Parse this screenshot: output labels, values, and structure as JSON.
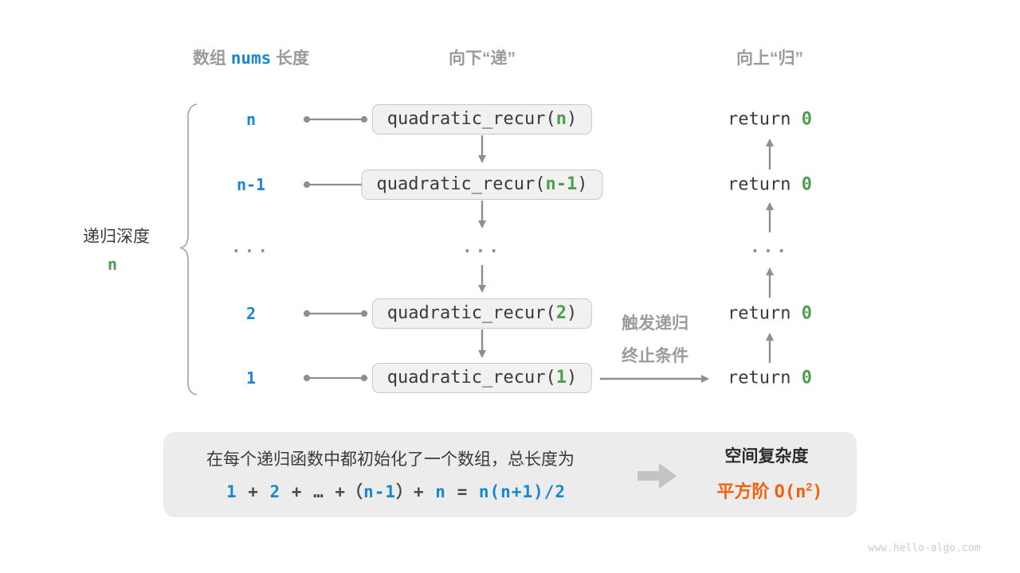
{
  "colors": {
    "accent_blue": "#1787d2",
    "accent_green": "#4f9e4f",
    "accent_orange": "#f4600e",
    "label_gray": "#9b9b9b",
    "arrow_gray": "#8f8f8f",
    "box_background": "#f1f1f1",
    "panel_background": "#ececec"
  },
  "headers": {
    "array_prefix": "数组 ",
    "array_code": "nums",
    "array_suffix": " 长度",
    "down": "向下“递”",
    "up": "向上“归”"
  },
  "depth": {
    "label": "递归深度",
    "value": "n"
  },
  "call": {
    "prefix": "quadratic_recur(",
    "suffix": ")"
  },
  "ret": {
    "keyword": "return ",
    "value": "0"
  },
  "rows": [
    {
      "length": "n",
      "arg": "n"
    },
    {
      "length": "n-1",
      "arg": "n-1"
    },
    {
      "length": "2",
      "arg": "2"
    },
    {
      "length": "1",
      "arg": "1"
    }
  ],
  "ellipsis": {
    "left": "...",
    "middle": "...",
    "right": "..."
  },
  "annotation": {
    "line1": "触发递归",
    "line2": "终止条件"
  },
  "panel": {
    "description": "在每个递归函数中都初始化了一个数组，总长度为",
    "formula": [
      {
        "text": "1"
      },
      {
        "text": " + "
      },
      {
        "text": "2"
      },
      {
        "text": " + … +（"
      },
      {
        "text": "n-1"
      },
      {
        "text": "）+ "
      },
      {
        "text": "n"
      },
      {
        "text": " = "
      },
      {
        "text": "n(n+1)/2"
      }
    ],
    "result_label": "空间复杂度",
    "result_prefix": "平方阶 ",
    "result_big_o": "O(n",
    "result_sup": "2",
    "result_close": ")"
  },
  "watermark": "www.hello-algo.com"
}
